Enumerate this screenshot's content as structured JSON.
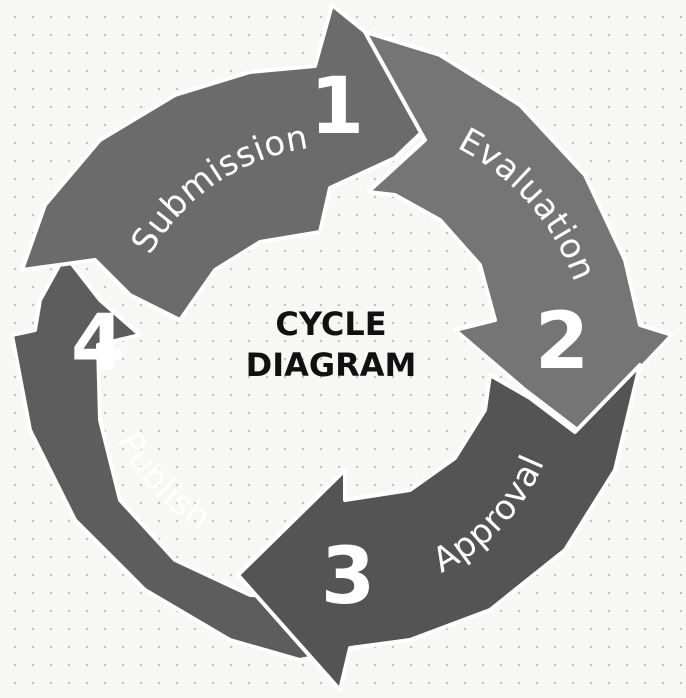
{
  "title": {
    "line1": "CYCLE",
    "line2": "DIAGRAM"
  },
  "steps": [
    {
      "number": "1",
      "label": "Submission",
      "color": "#6b6b6b"
    },
    {
      "number": "2",
      "label": "Evaluation",
      "color": "#757575"
    },
    {
      "number": "3",
      "label": "Approval",
      "color": "#545454"
    },
    {
      "number": "4",
      "label": "Publish",
      "color": "#5d5d5d"
    }
  ]
}
